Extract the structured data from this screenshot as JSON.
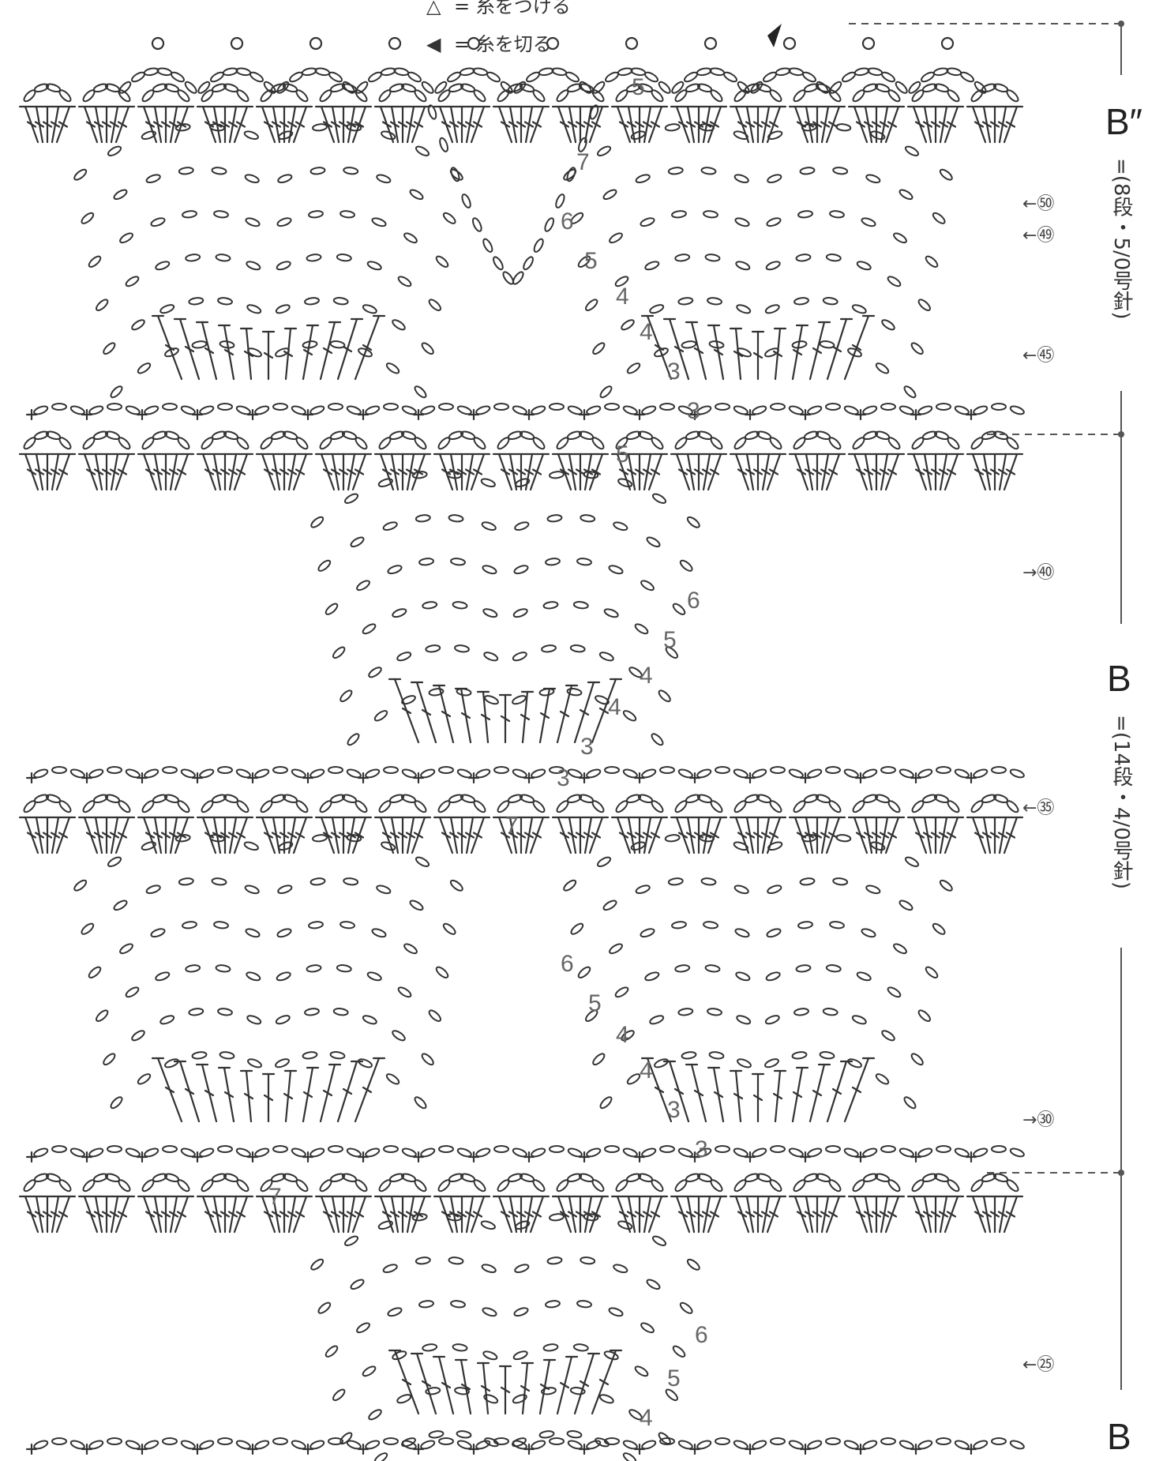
{
  "legend": [
    {
      "symbol": "△",
      "text": "= 糸をつける"
    },
    {
      "symbol": "◀",
      "text": "= 糸を切る"
    }
  ],
  "sections": [
    {
      "letter": "B″",
      "note": "=(8段・5/0号針)"
    },
    {
      "letter": "B",
      "note": "=(14段・4/0号針)"
    },
    {
      "letter": "B",
      "note": ""
    }
  ],
  "row_markers": [
    {
      "label": "←㊿"
    },
    {
      "label": "←㊾"
    },
    {
      "label": "←㊺"
    },
    {
      "label": "→㊵"
    },
    {
      "label": "←㉟"
    },
    {
      "label": "→㉚"
    },
    {
      "label": "←㉕"
    }
  ],
  "chain_counts": [
    "5",
    "7",
    "6",
    "5",
    "4",
    "4",
    "3",
    "3",
    "5",
    "6",
    "5",
    "4",
    "4",
    "3",
    "3",
    "7",
    "6",
    "5",
    "4",
    "4",
    "3",
    "3",
    "7",
    "6",
    "5",
    "4"
  ],
  "colors": {
    "ink": "#333333",
    "guide": "#555555",
    "background": "#ffffff"
  }
}
